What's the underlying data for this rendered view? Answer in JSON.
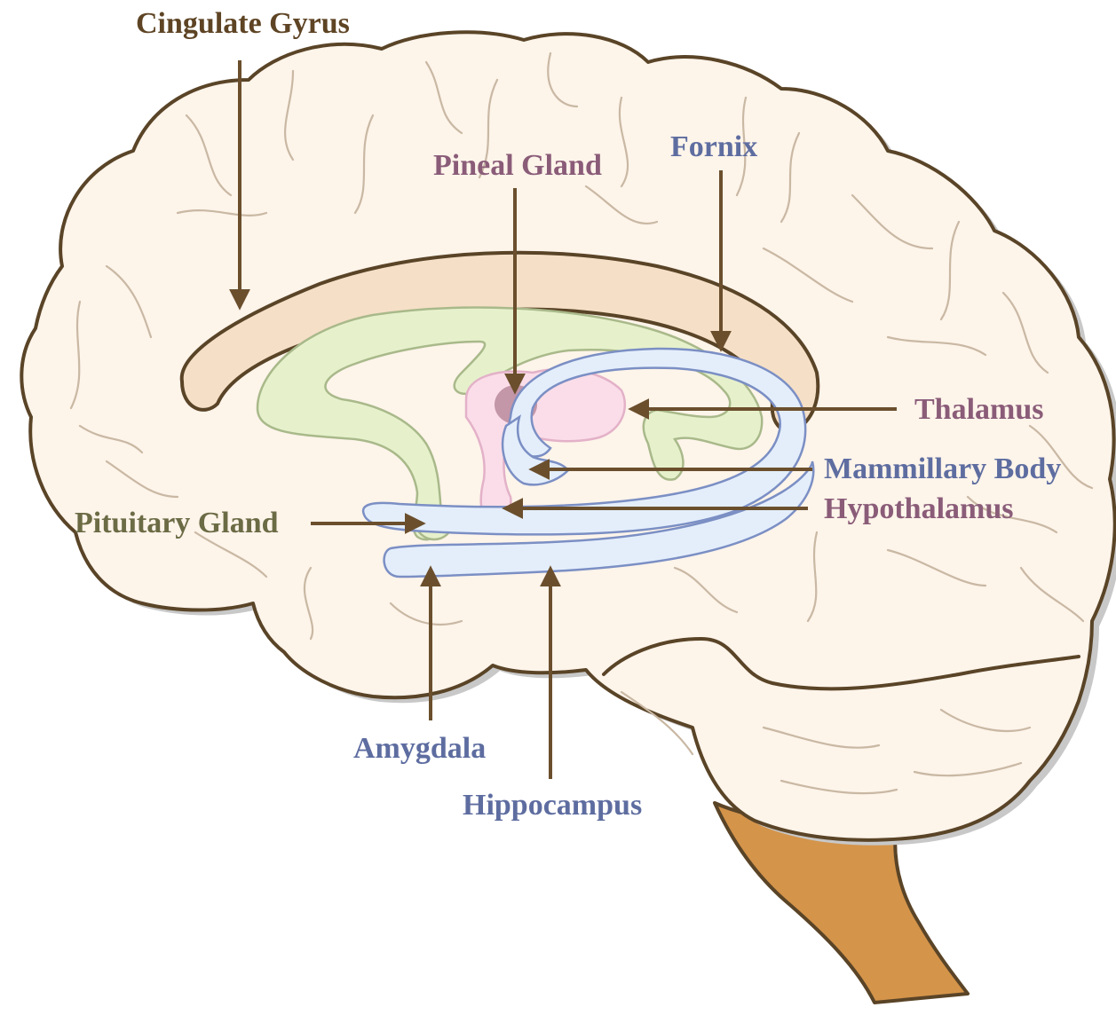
{
  "labels": {
    "cingulate_gyrus": "Cingulate Gyrus",
    "pineal_gland": "Pineal Gland",
    "fornix": "Fornix",
    "thalamus": "Thalamus",
    "mammillary_body": "Mammillary Body",
    "hypothalamus": "Hypothalamus",
    "pituitary_gland": "Pituitary Gland",
    "amygdala": "Amygdala",
    "hippocampus": "Hippocampus"
  },
  "colors": {
    "brain_fill": "#fdf4ea",
    "brain_outline": "#5a4427",
    "shadow": "#c8c8c8",
    "fold_lines": "#c9b8a3",
    "brainstem": "#d4944a",
    "cingulate": "#f5dfc7",
    "corpus_green": "#e6f1cc",
    "green_outline": "#a9b98a",
    "thalamus_pink": "#fadde8",
    "pink_outline": "#e3b1c8",
    "pineal_dot": "#b07e93",
    "fornix_blue": "#e4eefb",
    "blue_outline": "#7b8fc4",
    "pituitary_dot": "#7d8563",
    "arrow": "#6b4f2d",
    "label_brown": "#5e4424",
    "label_mauve": "#8a5c78",
    "label_blue": "#5e6da0",
    "label_olive": "#6b6b45"
  }
}
